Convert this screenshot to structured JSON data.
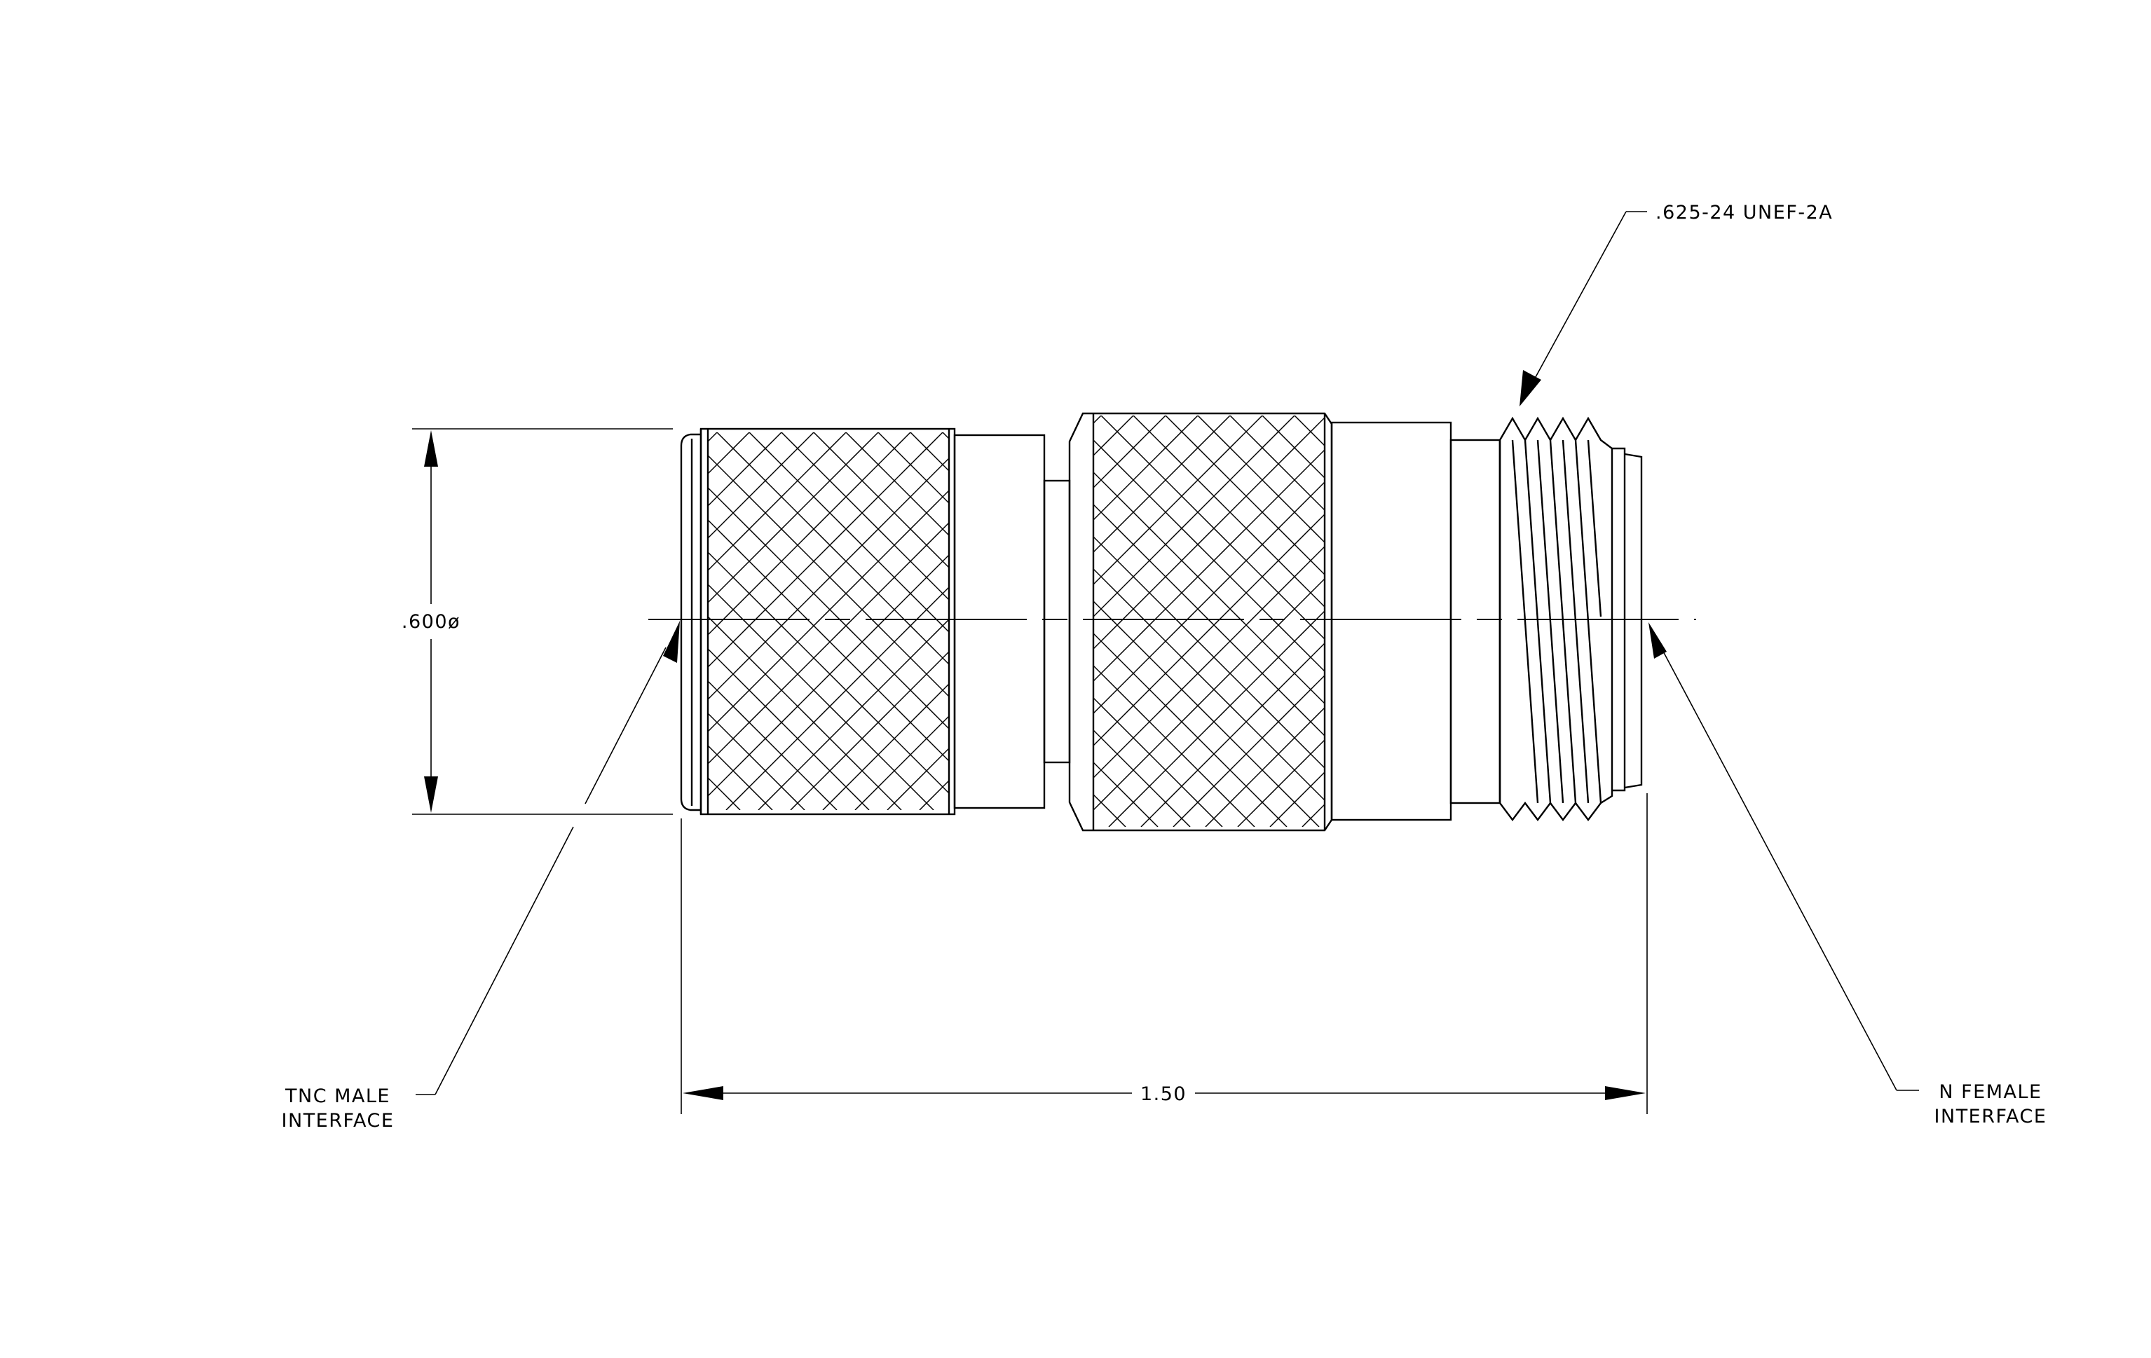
{
  "labels": {
    "diameter": ".600ø",
    "length": "1.50",
    "thread_spec": ".625-24 UNEF-2A",
    "tnc_line1": "TNC MALE",
    "tnc_line2": "INTERFACE",
    "n_line1": "N FEMALE",
    "n_line2": "INTERFACE"
  }
}
